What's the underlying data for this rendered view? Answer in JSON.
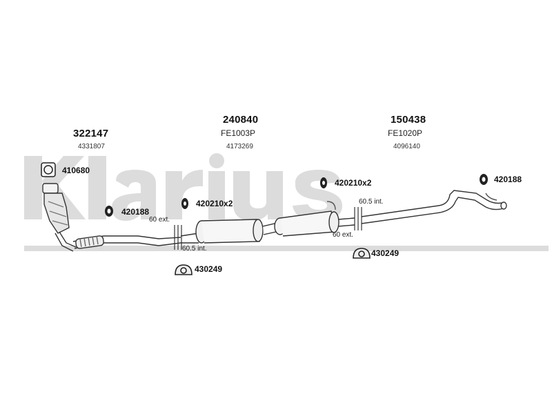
{
  "watermark": {
    "text": "Klarius",
    "color": "#d9d9d9"
  },
  "parts": {
    "cat": {
      "number": "322147",
      "oe": "4331807"
    },
    "mid": {
      "number": "240840",
      "ref": "FE1003P",
      "oe": "4173269"
    },
    "rear": {
      "number": "150438",
      "ref": "FE1020P",
      "oe": "4096140"
    }
  },
  "accessories": {
    "gasket": "410680",
    "hanger_left": "420188",
    "rubber_mid": "420210x2",
    "rubber_right": "420210x2",
    "hanger_rear": "420188",
    "clamp_left": "430249",
    "clamp_right": "430249"
  },
  "dimensions": {
    "left_ext": "60 ext.",
    "left_int": "60.5 int.",
    "right_ext": "60 ext.",
    "right_int": "60.5 int."
  }
}
